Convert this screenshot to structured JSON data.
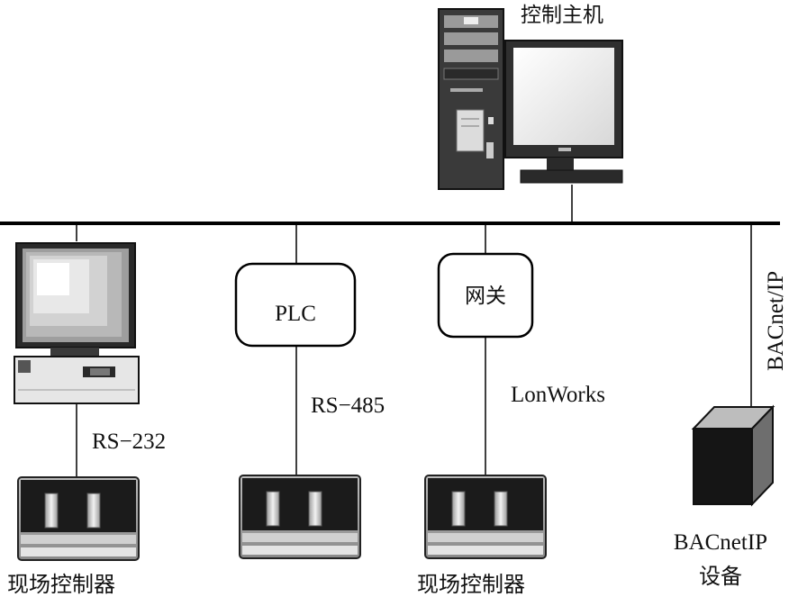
{
  "labels": {
    "host": "控制主机",
    "plc": "PLC",
    "gateway": "网关",
    "rs232": "RS−232",
    "rs485": "RS−485",
    "lonworks": "LonWorks",
    "bacnet_ip": "BACnet/IP",
    "field_controller_left": "现场控制器",
    "field_controller_right": "现场控制器",
    "bacnetip_device_line1": "BACnetIP",
    "bacnetip_device_line2": "设备"
  }
}
